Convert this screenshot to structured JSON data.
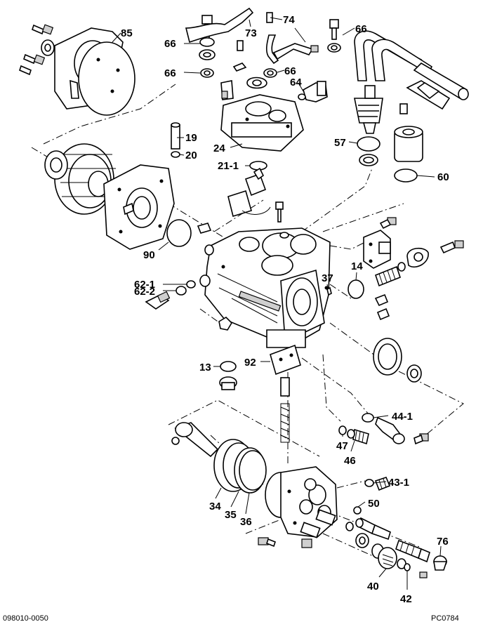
{
  "diagram": {
    "callouts": {
      "c85": "85",
      "c73": "73",
      "c74": "74",
      "c66a": "66",
      "c66b": "66",
      "c66c": "66",
      "c66d": "66",
      "c64": "64",
      "c19": "19",
      "c20": "20",
      "c24": "24",
      "c21_1": "21-1",
      "c57": "57",
      "c60": "60",
      "c90": "90",
      "c62_1": "62-1",
      "c62_2": "62-2",
      "c37": "37",
      "c14": "14",
      "c13": "13",
      "c92": "92",
      "c44_1": "44-1",
      "c47": "47",
      "c46": "46",
      "c43_1": "43-1",
      "c34": "34",
      "c35": "35",
      "c36": "36",
      "c50": "50",
      "c76": "76",
      "c40": "40",
      "c42": "42"
    },
    "footer_left": "098010-0050",
    "footer_right": "PC0784"
  }
}
